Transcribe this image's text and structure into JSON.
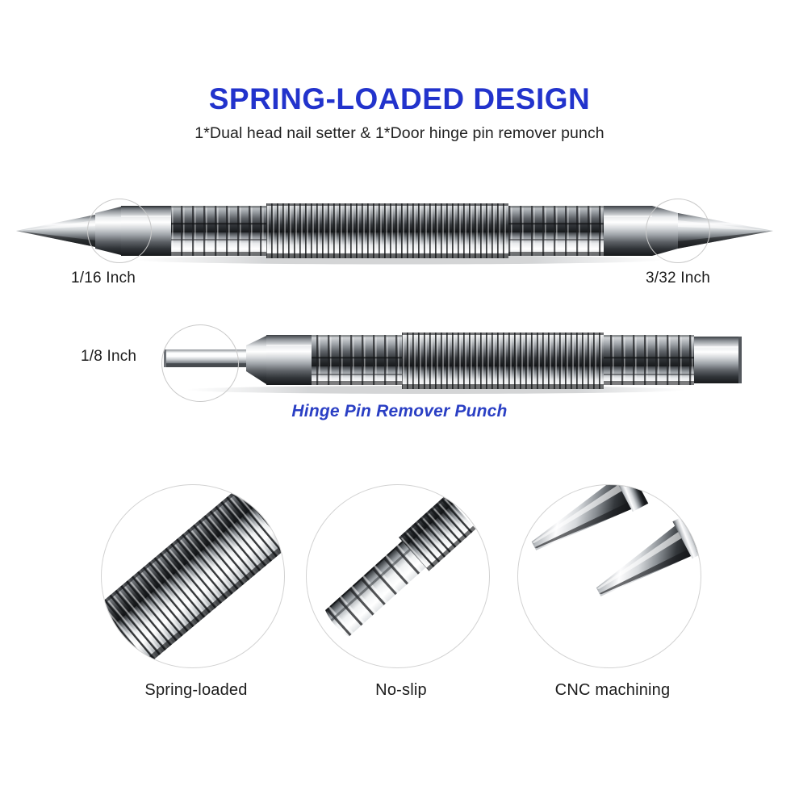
{
  "header": {
    "headline": "SPRING-LOADED DESIGN",
    "subhead": "1*Dual head nail setter & 1*Door hinge pin remover punch",
    "headline_color": "#2233cc"
  },
  "tools": [
    {
      "name": "dual-head-nail-setter",
      "left_dimension": "1/16 Inch",
      "right_dimension": "3/32 Inch",
      "caption": ""
    },
    {
      "name": "hinge-pin-remover-punch",
      "left_dimension": "1/8 Inch",
      "right_dimension": "",
      "caption": "Hinge Pin Remover Punch",
      "caption_color": "#2a3fc4"
    }
  ],
  "features": [
    {
      "label": "Spring-loaded",
      "icon": "spring-coil-closeup"
    },
    {
      "label": "No-slip",
      "icon": "knurled-grip-closeup"
    },
    {
      "label": "CNC machining",
      "icon": "machined-tips-closeup"
    }
  ],
  "palette": {
    "background": "#ffffff",
    "steel_light": "#f2f3f4",
    "steel_mid": "#9a9ea3",
    "steel_dark": "#2e3135",
    "callout_outline": "#c9c9c9",
    "text": "#1c1c1c"
  }
}
